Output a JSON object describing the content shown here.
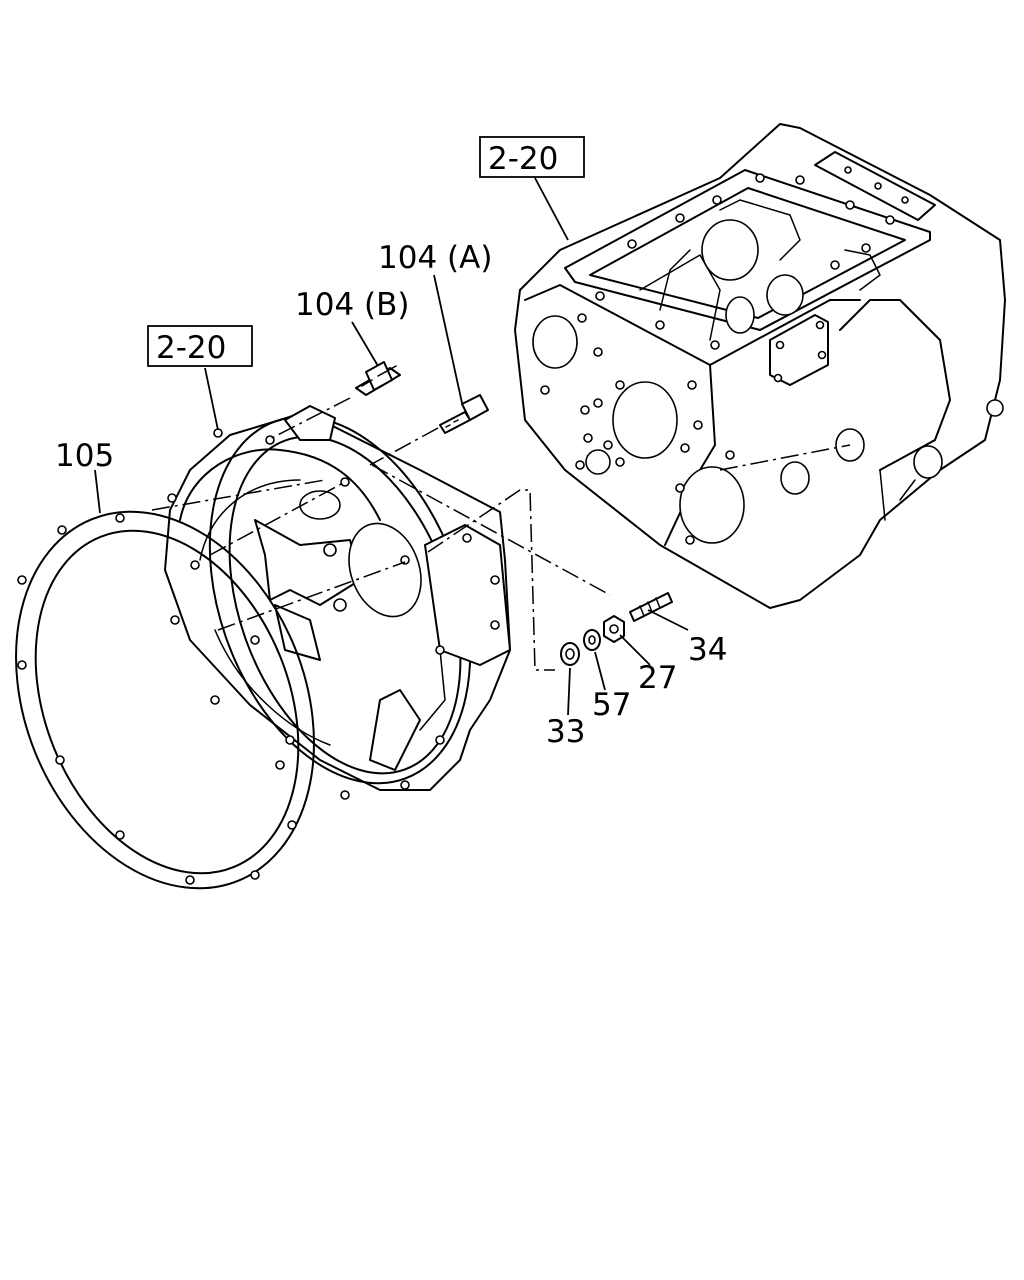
{
  "labels": {
    "ref_box_upper": "2-20",
    "ref_box_lower": "2-20",
    "part_104a": "104 (A)",
    "part_104b": "104 (B)",
    "part_105": "105",
    "part_34": "34",
    "part_27": "27",
    "part_57": "57",
    "part_33": "33"
  },
  "colors": {
    "line": "#000000",
    "background": "#ffffff"
  }
}
